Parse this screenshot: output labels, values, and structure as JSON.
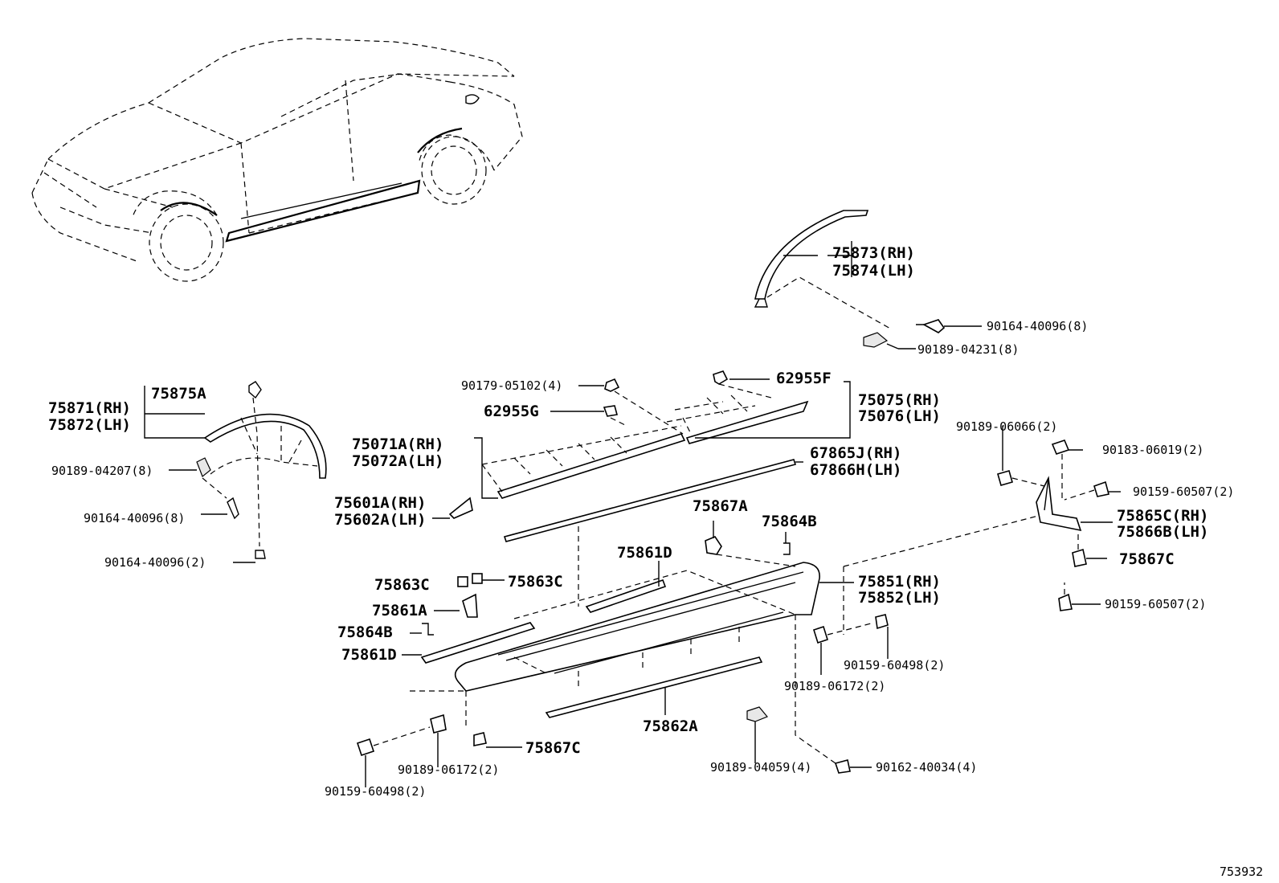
{
  "figure_id": "753932",
  "labels": {
    "l_75873_rh": "75873(RH)",
    "l_75874_lh": "75874(LH)",
    "l_90164_40096_8_top": "90164-40096(8)",
    "l_90189_04231_8": "90189-04231(8)",
    "l_90179_05102_4": "90179-05102(4)",
    "l_62955f": "62955F",
    "l_75075_rh": "75075(RH)",
    "l_75076_lh": "75076(LH)",
    "l_62955g": "62955G",
    "l_75871_rh": "75871(RH)",
    "l_75872_lh": "75872(LH)",
    "l_75875a": "75875A",
    "l_75071a_rh": "75071A(RH)",
    "l_75072a_lh": "75072A(LH)",
    "l_67865j_rh": "67865J(RH)",
    "l_67866h_lh": "67866H(LH)",
    "l_90189_06066_2": "90189-06066(2)",
    "l_90183_06019_2": "90183-06019(2)",
    "l_90189_04207_8": "90189-04207(8)",
    "l_75601a_rh": "75601A(RH)",
    "l_75602a_lh": "75602A(LH)",
    "l_90159_60507_2_a": "90159-60507(2)",
    "l_90164_40096_8_left": "90164-40096(8)",
    "l_75867a": "75867A",
    "l_75864b_top": "75864B",
    "l_75865c_rh": "75865C(RH)",
    "l_75866b_lh": "75866B(LH)",
    "l_90164_40096_2": "90164-40096(2)",
    "l_75861d_top": "75861D",
    "l_75867c_right": "75867C",
    "l_75863c_left": "75863C",
    "l_75863c_right": "75863C",
    "l_75851_rh": "75851(RH)",
    "l_75852_lh": "75852(LH)",
    "l_90159_60507_2_b": "90159-60507(2)",
    "l_75861a": "75861A",
    "l_75864b_left": "75864B",
    "l_75861d_left": "75861D",
    "l_90159_60498_2_right": "90159-60498(2)",
    "l_90189_06172_2_right": "90189-06172(2)",
    "l_75862a": "75862A",
    "l_75867c_bottom": "75867C",
    "l_90189_04059_4": "90189-04059(4)",
    "l_90162_40034_4": "90162-40034(4)",
    "l_90189_06172_2_left": "90189-06172(2)",
    "l_90159_60498_2_left": "90159-60498(2)"
  }
}
